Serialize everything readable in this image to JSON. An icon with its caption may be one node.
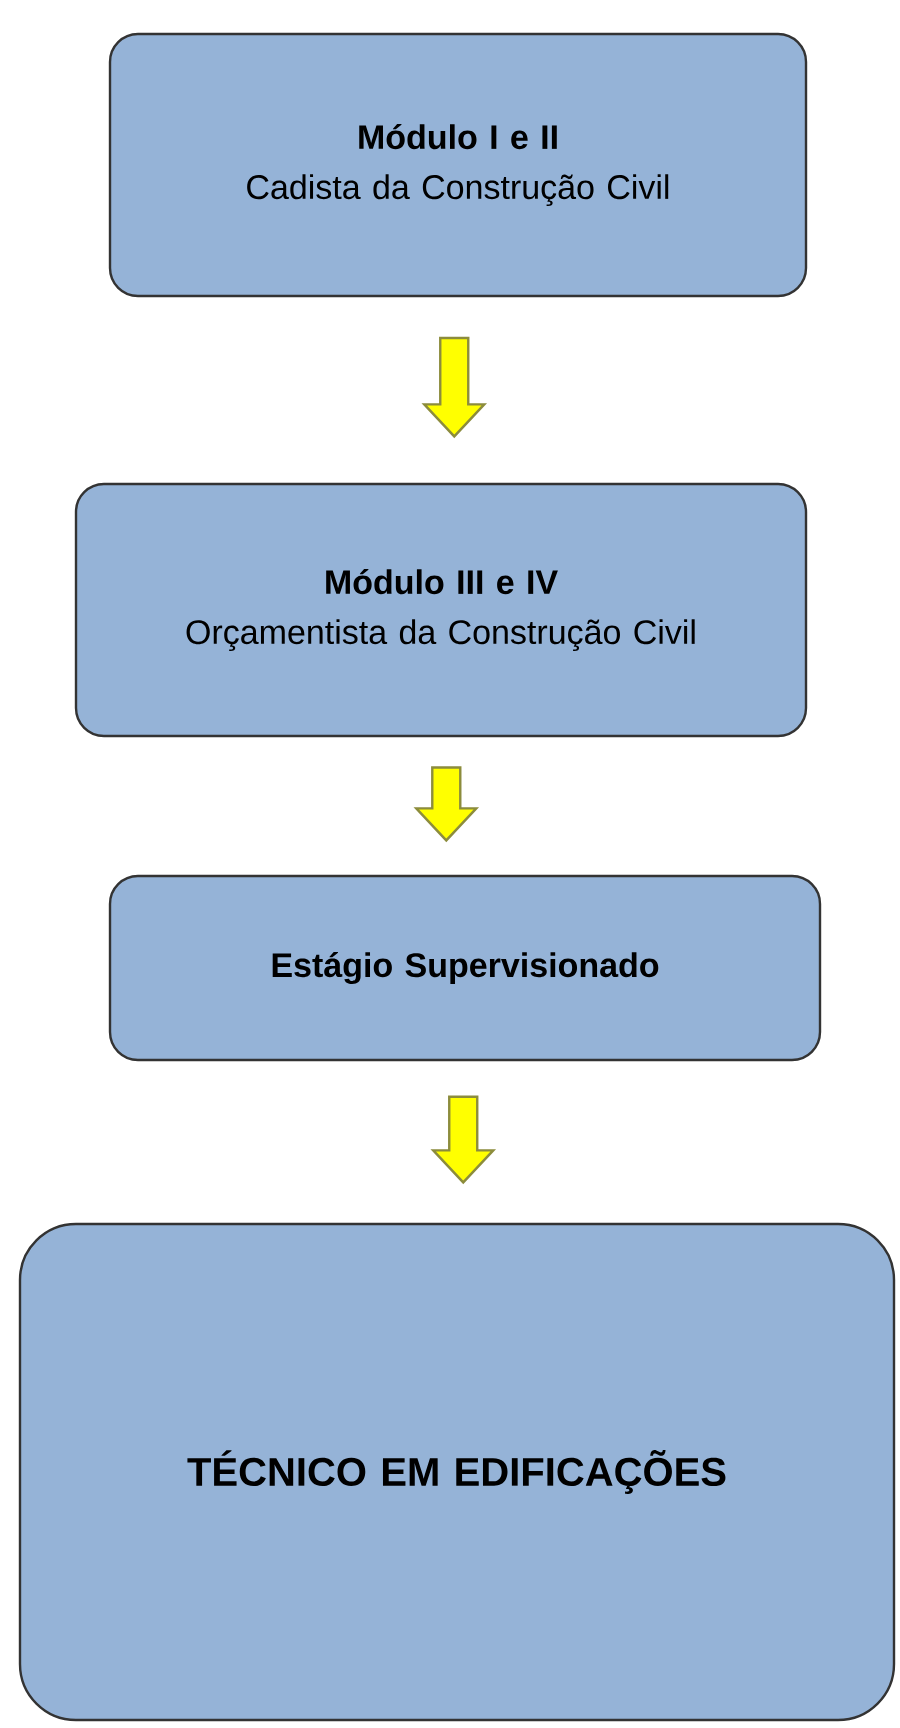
{
  "diagram": {
    "nodes": [
      {
        "text": [
          "Módulo I e II",
          "Cadista da Construção Civil"
        ]
      },
      {
        "text": [
          "Módulo III e IV",
          "Orçamentista da Construção Civil"
        ]
      },
      {
        "text": [
          "Estágio Supervisionado"
        ]
      },
      {
        "text": [
          "TÉCNICO EM EDIFICAÇÕES"
        ]
      }
    ],
    "edges": [
      {
        "from": 0,
        "to": 1,
        "arrow": "to"
      },
      {
        "from": 1,
        "to": 2,
        "arrow": "to"
      },
      {
        "from": 2,
        "to": 3,
        "arrow": "to"
      }
    ]
  }
}
